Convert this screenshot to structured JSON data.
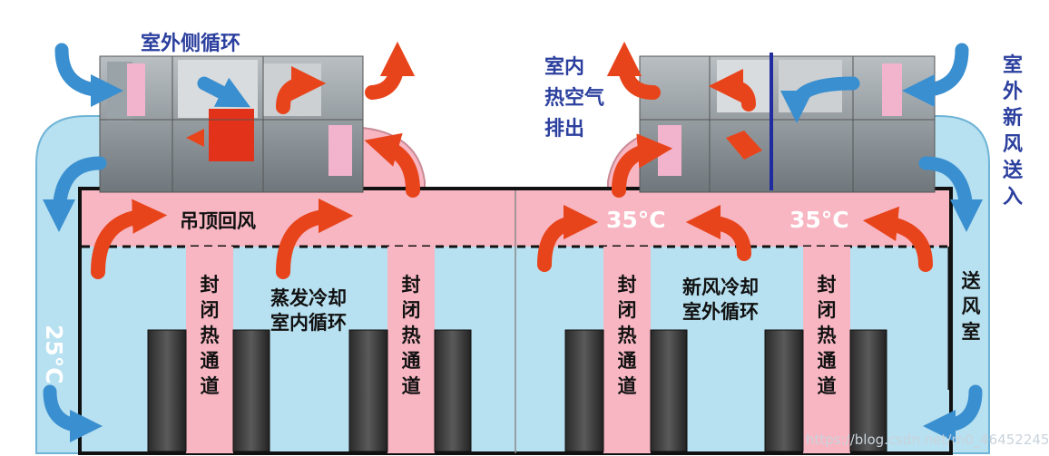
{
  "labels": {
    "outdoor_side_loop": "室外侧循环",
    "indoor_hot_exhaust": [
      "室内",
      "热空气",
      "排出"
    ],
    "outdoor_fresh_air_in": [
      "室",
      "外",
      "新",
      "风",
      "送",
      "入"
    ],
    "ceiling_return": "吊顶回风",
    "evap_cool_indoor": [
      "蒸发冷却",
      "室内循环"
    ],
    "fresh_air_cool_outdoor": [
      "新风冷却",
      "室外循环"
    ],
    "supply_room": [
      "送",
      "风",
      "室"
    ],
    "sealed_hot_aisle": [
      "封",
      "闭",
      "热",
      "通",
      "道"
    ],
    "temp_left": "25°C",
    "temp_mid": "35°C",
    "temp_right": "35°C",
    "watermark": "https://blog.csdn.net/m0_46452245"
  },
  "colors": {
    "cold_blue": "#b7e0f0",
    "hot_pink": "#f7b6c2",
    "arrow_red": "#e8441c",
    "arrow_blue": "#3a8fd0",
    "title_blue": "#2b3f9e"
  },
  "icons": [
    "hot-air-arrow-icon",
    "cold-air-arrow-icon",
    "server-rack-icon",
    "air-handling-unit-icon"
  ]
}
